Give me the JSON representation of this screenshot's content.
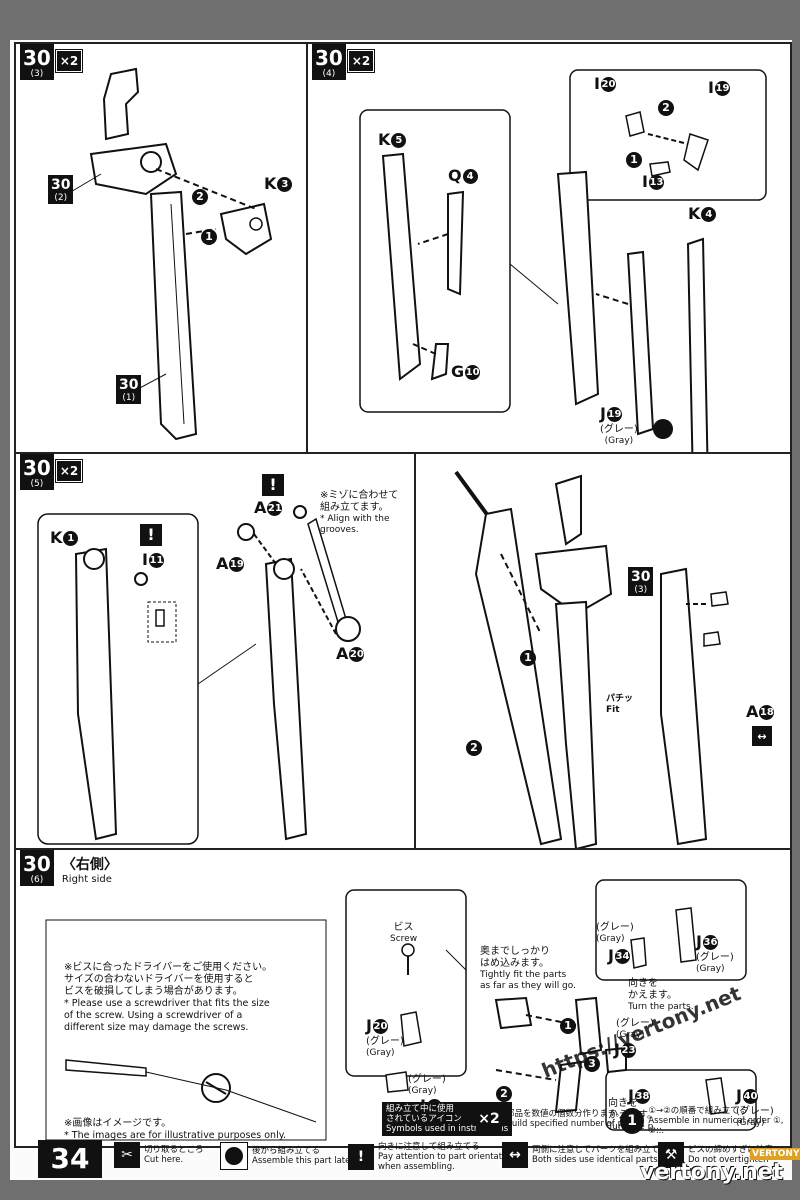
{
  "page_number": "34",
  "panel_a": {
    "step": "30",
    "sub": "(3)",
    "mult": "×2",
    "part_k3": "K",
    "part_k3_num": "3",
    "ref_top": "30",
    "ref_top_sub": "(2)",
    "ref_bottom": "30",
    "ref_bottom_sub": "(1)",
    "order1": "1",
    "order2": "2"
  },
  "panel_b": {
    "step": "30",
    "sub": "(4)",
    "mult": "×2",
    "k5": "K",
    "k5_num": "5",
    "q4": "Q",
    "q4_num": "4",
    "g10": "G",
    "g10_num": "10",
    "i20": "I",
    "i20_num": "20",
    "i19": "I",
    "i19_num": "19",
    "i13": "I",
    "i13_num": "13",
    "k4": "K",
    "k4_num": "4",
    "j19": "J",
    "j19_num": "19",
    "j19_jp": "(グレー)",
    "j19_en": "(Gray)",
    "order1": "1",
    "order2": "2"
  },
  "panel_c": {
    "step": "30",
    "sub": "(5)",
    "mult": "×2",
    "k1": "K",
    "k1_num": "1",
    "i11": "I",
    "i11_num": "11",
    "a19": "A",
    "a19_num": "19",
    "a21": "A",
    "a21_num": "21",
    "a20": "A",
    "a20_num": "20",
    "note_jp1": "※ミゾに合わせて",
    "note_jp2": "組み立てます。",
    "note_en1": "* Align with the",
    "note_en2": "grooves.",
    "warn": "!"
  },
  "panel_d": {
    "ref": "30",
    "ref_sub": "(3)",
    "a18": "A",
    "a18_num": "18",
    "fit_jp": "パチッ",
    "fit_en": "Fit",
    "order1": "1",
    "order2": "2"
  },
  "panel_e": {
    "step": "30",
    "sub": "(6)",
    "title_jp": "〈右側〉",
    "title_en": "Right side",
    "screw_note_jp1": "※ビスに合ったドライバーをご使用ください。",
    "screw_note_jp2": "サイズの合わないドライバーを使用すると",
    "screw_note_jp3": "ビスを破損してしまう場合があります。",
    "screw_note_en1": "* Please use a screwdriver that fits the size",
    "screw_note_en2": "of the screw. Using a screwdriver of a",
    "screw_note_en3": "different size may damage the screws.",
    "image_note_jp": "※画像はイメージです。",
    "image_note_en": "* The images are for illustrative purposes only.",
    "screw_jp": "ビス",
    "screw_en": "Screw",
    "j20": "J",
    "j20_num": "20",
    "j20_jp": "(グレー)",
    "j20_en": "(Gray)",
    "j22": "J",
    "j22_num": "22",
    "j22_jp": "(グレー)",
    "j22_en": "(Gray)",
    "tight_jp1": "奥までしっかり",
    "tight_jp2": "はめ込みます。",
    "tight_en1": "Tightly fit the parts",
    "tight_en2": "as far as they will go.",
    "j34": "J",
    "j34_num": "34",
    "j34_jp": "(グレー)",
    "j34_en": "(Gray)",
    "j36": "J",
    "j36_num": "36",
    "j36_jp": "(グレー)",
    "j36_en": "(Gray)",
    "turn_jp1": "向きを",
    "turn_jp2": "かえます。",
    "turn_en": "Turn the parts.",
    "j23": "J",
    "j23_num": "23",
    "j23_jp": "(グレー)",
    "j23_en": "(Gray)",
    "j38": "J",
    "j38_num": "38",
    "j40": "J",
    "j40_num": "40",
    "j40_jp": "(グレー)",
    "j40_en": "(Gray)",
    "turn2_jp1": "向きを",
    "turn2_jp2": "かえます。",
    "turn2_en": "Turn the p...",
    "order1": "1",
    "order2": "2",
    "order3": "3"
  },
  "legend": {
    "used_jp": "組み立て中に使用",
    "used_jp2": "されているアイコン",
    "used_en": "Symbols used in instructions",
    "build_jp": "部品を数値の個数分作ります。",
    "build_en": "Build specified number of parts.",
    "order_jp": "①→②の順番で組み立てる",
    "order_en": "Assemble in numerical order ①, ②...",
    "cut_jp": "切り取るところ",
    "cut_en": "Cut here.",
    "later_jp": "後から組み立てる",
    "later_en": "Assemble this part later.",
    "attn_jp": "向きに注意して組み立てる",
    "attn_en1": "Pay attention to part orientation",
    "attn_en2": "when assembling.",
    "both_jp": "両側に注意してパーツを組み立てる",
    "both_en": "Both sides use identical parts.",
    "screw_jp": "ビスの締めすぎに注意",
    "screw_en": "Do not overtighten"
  },
  "watermark": {
    "url": "https://vertony.net",
    "brand": "vertony.net",
    "badge": "VERTONY"
  }
}
